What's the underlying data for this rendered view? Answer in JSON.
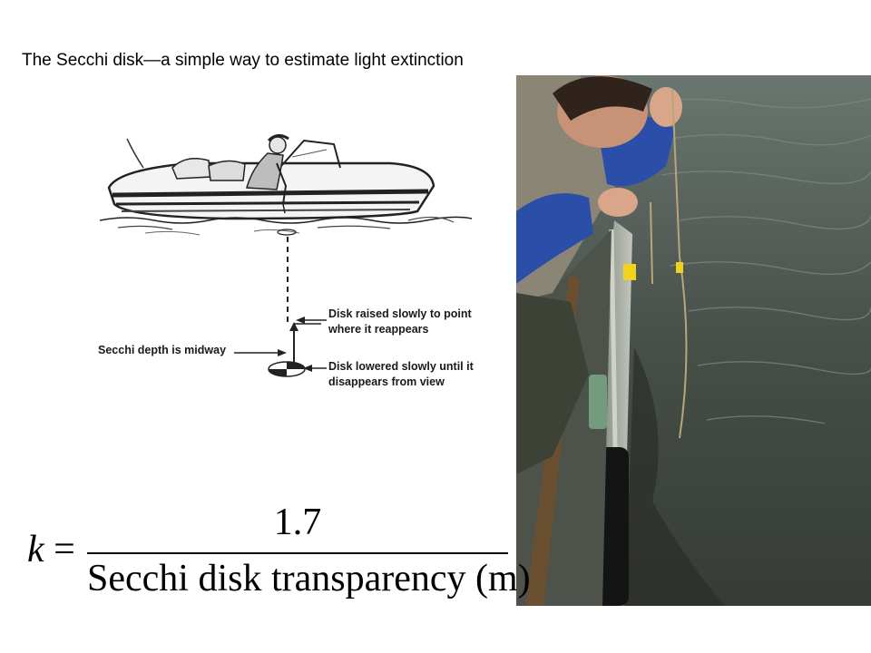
{
  "slide": {
    "title": "The Secchi disk—a simple way to estimate light extinction"
  },
  "diagram": {
    "label_raised_line1": "Disk raised slowly to point",
    "label_raised_line2": "where it reappears",
    "label_depth": "Secchi depth is midway",
    "label_lowered_line1": "Disk lowered slowly until it",
    "label_lowered_line2": "disappears from view"
  },
  "formula": {
    "lhs": "k",
    "equals": "=",
    "numerator": "1.7",
    "denominator": "Secchi disk transparency (m)"
  },
  "colors": {
    "water": "#3e4640",
    "jacket_blue": "#2b4fa8",
    "boat_hull": "#8f948c"
  }
}
